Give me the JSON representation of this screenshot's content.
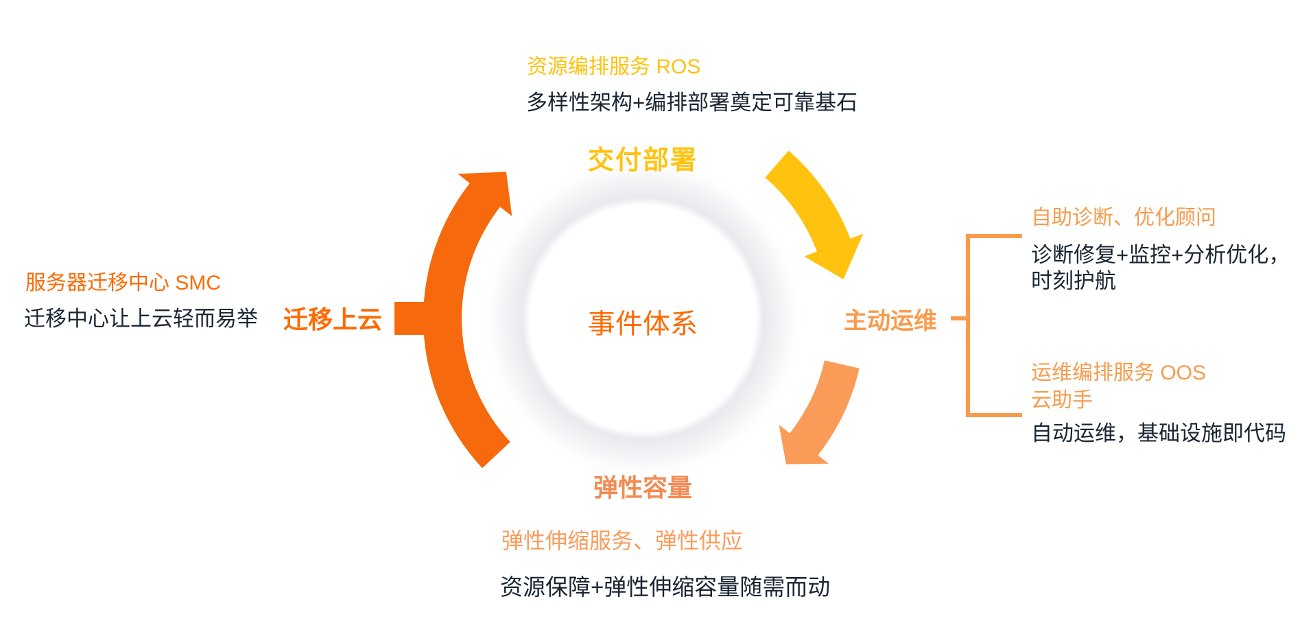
{
  "center": {
    "label": "事件体系"
  },
  "top": {
    "title": "资源编排服务 ROS",
    "desc": "多样性架构+编排部署奠定可靠基石",
    "stage": "交付部署"
  },
  "left": {
    "title": "服务器迁移中心 SMC",
    "desc": "迁移中心让上云轻而易举",
    "stage": "迁移上云"
  },
  "right": {
    "stage": "主动运维",
    "groups": [
      {
        "title": "自助诊断、优化顾问",
        "desc": "诊断修复+监控+分析优化，\n时刻护航"
      },
      {
        "title": "运维编排服务 OOS\n云助手",
        "desc": "自动运维，基础设施即代码"
      }
    ]
  },
  "bottom": {
    "stage": "弹性容量",
    "title": "弹性伸缩服务、弹性供应",
    "desc": "资源保障+弹性伸缩容量随需而动"
  },
  "colors": {
    "gold": "#FFC20E",
    "deep_orange": "#F6690C",
    "alibaba_orange": "#FF6A00",
    "light_orange": "#F99B4D",
    "salmon": "#FA9C57",
    "salmon_label": "#F28B54",
    "light_orange_text": "#FB9C5C",
    "dark": "#1A2533",
    "halo_gray": "#E9EAEE"
  }
}
